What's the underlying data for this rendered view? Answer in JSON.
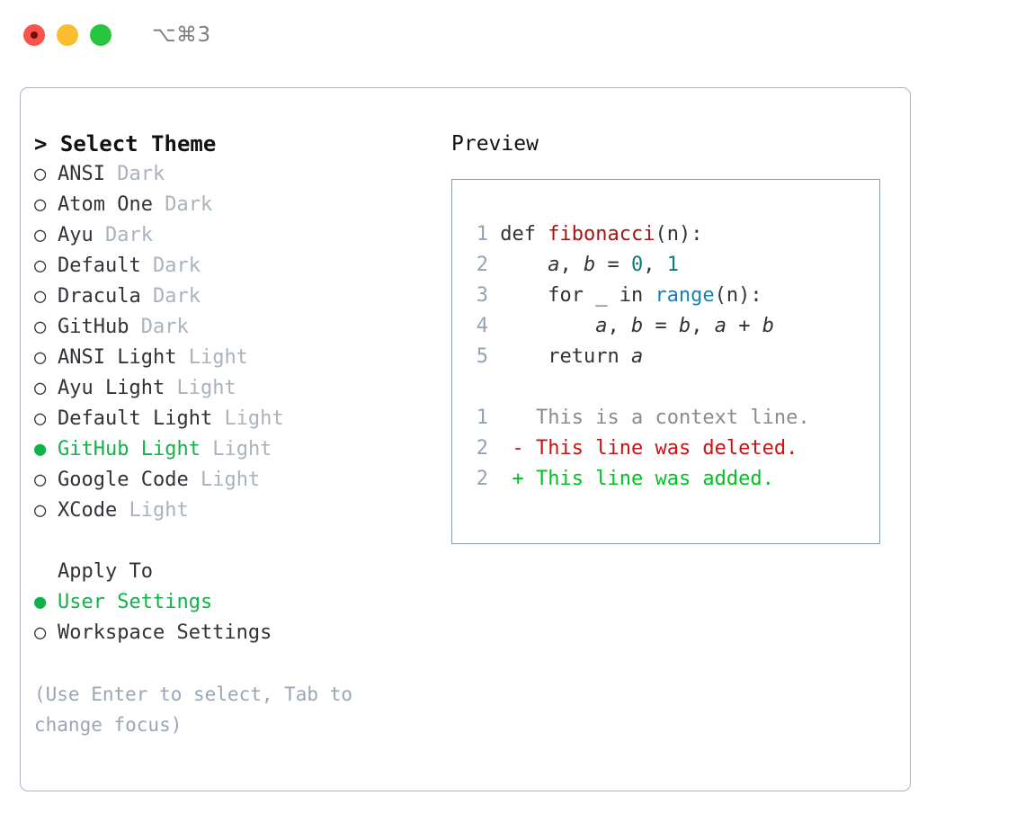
{
  "window": {
    "title_shortcut": "⌥⌘3",
    "traffic_lights": [
      "close",
      "minimize",
      "maximize"
    ]
  },
  "colors": {
    "selected_green": "#12b24a",
    "muted_gray": "#a9b2bd",
    "hint_gray": "#9aa5b5",
    "border": "#aab4c4",
    "preview_border": "#8f9cad",
    "diff_delete": "#cc1111",
    "diff_add": "#00c221",
    "syntax_function": "#a31515",
    "syntax_number": "#0b7a78",
    "syntax_call": "#1a7fb5"
  },
  "theme_picker": {
    "heading": "> Select Theme",
    "items": [
      {
        "marker": "○",
        "name": "ANSI",
        "kind": "Dark",
        "selected": false
      },
      {
        "marker": "○",
        "name": "Atom One",
        "kind": "Dark",
        "selected": false
      },
      {
        "marker": "○",
        "name": "Ayu",
        "kind": "Dark",
        "selected": false
      },
      {
        "marker": "○",
        "name": "Default",
        "kind": "Dark",
        "selected": false
      },
      {
        "marker": "○",
        "name": "Dracula",
        "kind": "Dark",
        "selected": false
      },
      {
        "marker": "○",
        "name": "GitHub",
        "kind": "Dark",
        "selected": false
      },
      {
        "marker": "○",
        "name": "ANSI Light",
        "kind": "Light",
        "selected": false
      },
      {
        "marker": "○",
        "name": "Ayu Light",
        "kind": "Light",
        "selected": false
      },
      {
        "marker": "○",
        "name": "Default Light",
        "kind": "Light",
        "selected": false
      },
      {
        "marker": "●",
        "name": "GitHub Light",
        "kind": "Light",
        "selected": true
      },
      {
        "marker": "○",
        "name": "Google Code",
        "kind": "Light",
        "selected": false
      },
      {
        "marker": "○",
        "name": "XCode",
        "kind": "Light",
        "selected": false
      }
    ]
  },
  "apply_to": {
    "heading": "Apply To",
    "items": [
      {
        "marker": "●",
        "name": "User Settings",
        "selected": true
      },
      {
        "marker": "○",
        "name": "Workspace Settings",
        "selected": false
      }
    ]
  },
  "hint": "(Use Enter to select, Tab to change focus)",
  "preview": {
    "title": "Preview",
    "code_lines": [
      {
        "no": "1",
        "parts": [
          {
            "t": "def ",
            "c": "plain"
          },
          {
            "t": "fibonacci",
            "c": "fn"
          },
          {
            "t": "(n):",
            "c": "plain"
          }
        ]
      },
      {
        "no": "2",
        "parts": [
          {
            "t": "    ",
            "c": "plain"
          },
          {
            "t": "a",
            "c": "var"
          },
          {
            "t": ", ",
            "c": "plain"
          },
          {
            "t": "b",
            "c": "var"
          },
          {
            "t": " = ",
            "c": "plain"
          },
          {
            "t": "0",
            "c": "num"
          },
          {
            "t": ", ",
            "c": "plain"
          },
          {
            "t": "1",
            "c": "num"
          }
        ]
      },
      {
        "no": "3",
        "parts": [
          {
            "t": "    for _ in ",
            "c": "plain"
          },
          {
            "t": "range",
            "c": "call"
          },
          {
            "t": "(n):",
            "c": "plain"
          }
        ]
      },
      {
        "no": "4",
        "parts": [
          {
            "t": "        ",
            "c": "plain"
          },
          {
            "t": "a",
            "c": "var"
          },
          {
            "t": ", ",
            "c": "plain"
          },
          {
            "t": "b",
            "c": "var"
          },
          {
            "t": " = ",
            "c": "plain"
          },
          {
            "t": "b",
            "c": "var"
          },
          {
            "t": ", ",
            "c": "plain"
          },
          {
            "t": "a",
            "c": "var"
          },
          {
            "t": " + ",
            "c": "plain"
          },
          {
            "t": "b",
            "c": "var"
          }
        ]
      },
      {
        "no": "5",
        "parts": [
          {
            "t": "    return ",
            "c": "plain"
          },
          {
            "t": "a",
            "c": "var"
          }
        ]
      }
    ],
    "diff_lines": [
      {
        "no": "1",
        "marker": " ",
        "text": "This is a context line.",
        "kind": "ctx"
      },
      {
        "no": "2",
        "marker": "-",
        "text": "This line was deleted.",
        "kind": "del"
      },
      {
        "no": "2",
        "marker": "+",
        "text": "This line was added.",
        "kind": "add"
      }
    ]
  }
}
